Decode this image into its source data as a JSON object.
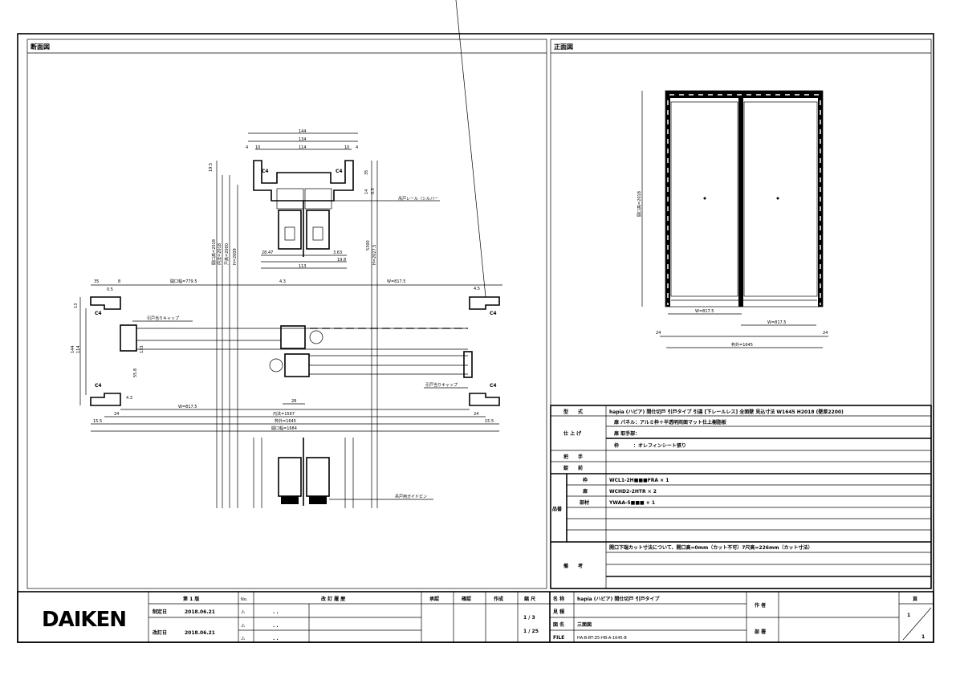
{
  "panels": {
    "section_title": "断面図",
    "front_title": "正面図"
  },
  "section": {
    "head_dims": [
      "144",
      "134",
      "114",
      "10",
      "10",
      "4",
      "4"
    ],
    "head_labels": {
      "c4": "C4",
      "rail": "吊戸レール（シルバー",
      "dim_19_5": "19.5",
      "dim_35": "35",
      "dim_14": "14",
      "dim_0_5": "0.5",
      "dim_113": "113",
      "dim_28_47": "28.47",
      "dim_3_63": "3.63",
      "dim_19_8": "19.8"
    },
    "vertical_dims": [
      "開口高=2018",
      "内法=2018",
      "戸高=2000",
      "H=2009",
      "H=2027.5",
      "5300"
    ],
    "plan_dims": {
      "left_opening": "開口幅=779.5",
      "gap": "4.3",
      "right_w": "W=817.5",
      "left_w": "W=817.5",
      "d35a": "35",
      "d8": "8",
      "d0_5": "0.5",
      "d13": "13",
      "d144": "144",
      "d114": "114",
      "d24l": "24",
      "d24r": "24",
      "d4_3": "4.3",
      "d4_5": "4.5",
      "d28": "28",
      "d55": "55.8",
      "d133": "133",
      "d15_5l": "15.5",
      "d15_5r": "15.5",
      "inner": "内法=1597",
      "frame": "枠外=1645",
      "wall": "開口幅=1684"
    },
    "callouts": {
      "cap_left": "引戸当りキャップ",
      "cap_right": "引戸当りキャップ",
      "guide_pin": "吊戸用ガイドピン",
      "c4": "C4"
    }
  },
  "front": {
    "height": "開口高=2018",
    "w_left": "W=817.5",
    "w_right": "W=817.5",
    "side_left": "24",
    "side_right": "24",
    "total": "枠外=1645"
  },
  "spec": {
    "model_label": "型　　式",
    "model_value": "hapia (ハピア) 間仕切戸 引戸タイプ 引違 [下レールレス] 全面壁 見込寸法 W1645 H2018 (壁厚2200)",
    "finish_label": "仕 上 げ",
    "finish_rows": [
      "扉 パネル：アルミ枠＋半透明両面マット仕上樹脂板",
      "扉 取手部：",
      "枠　　　：オレフィンシート張り"
    ],
    "handle_label": "把　　手",
    "lock_label": "錠　　前",
    "parts_label": "品番",
    "parts": [
      {
        "name": "枠",
        "value": "WCL1-2H■■■FRA × 1"
      },
      {
        "name": "扉",
        "value": "WCHD2-2HTR × 2"
      },
      {
        "name": "部材",
        "value": "YWAA-5■■■ × 1"
      }
    ],
    "notes_label": "備　　考",
    "notes": [
      "開口下端カット寸法について、開口高=0mm（カット不可）7尺高=226mm（カット寸法）"
    ]
  },
  "titleblock": {
    "logo": "DAIKEN",
    "edition": "第 1 版",
    "established_label": "制定日",
    "established_date": "2018.06.21",
    "revised_label": "改訂日",
    "revised_date": "2018.06.21",
    "no_label": "No.",
    "history_label": "改 訂 履 歴",
    "history_dots": [
      ". .",
      ". .",
      ". ."
    ],
    "approve": "承認",
    "check": "確認",
    "create": "作成",
    "scale_label": "縮 尺",
    "scale_values": [
      "1 / 3",
      "1 / 25"
    ],
    "name_label": "名 称",
    "name_value": "hapia (ハピア) 間仕切戸 引戸タイプ",
    "type_label": "見 積",
    "drawing_label": "図 名",
    "drawing_value": "三面図",
    "file_label": "FILE",
    "file_value": "HA-B-BT-Z5-HB-A-1645-B",
    "author_label": "作 者",
    "dept_label": "部 署",
    "page_label": "頁",
    "page_num": "1",
    "page_total": "1"
  }
}
